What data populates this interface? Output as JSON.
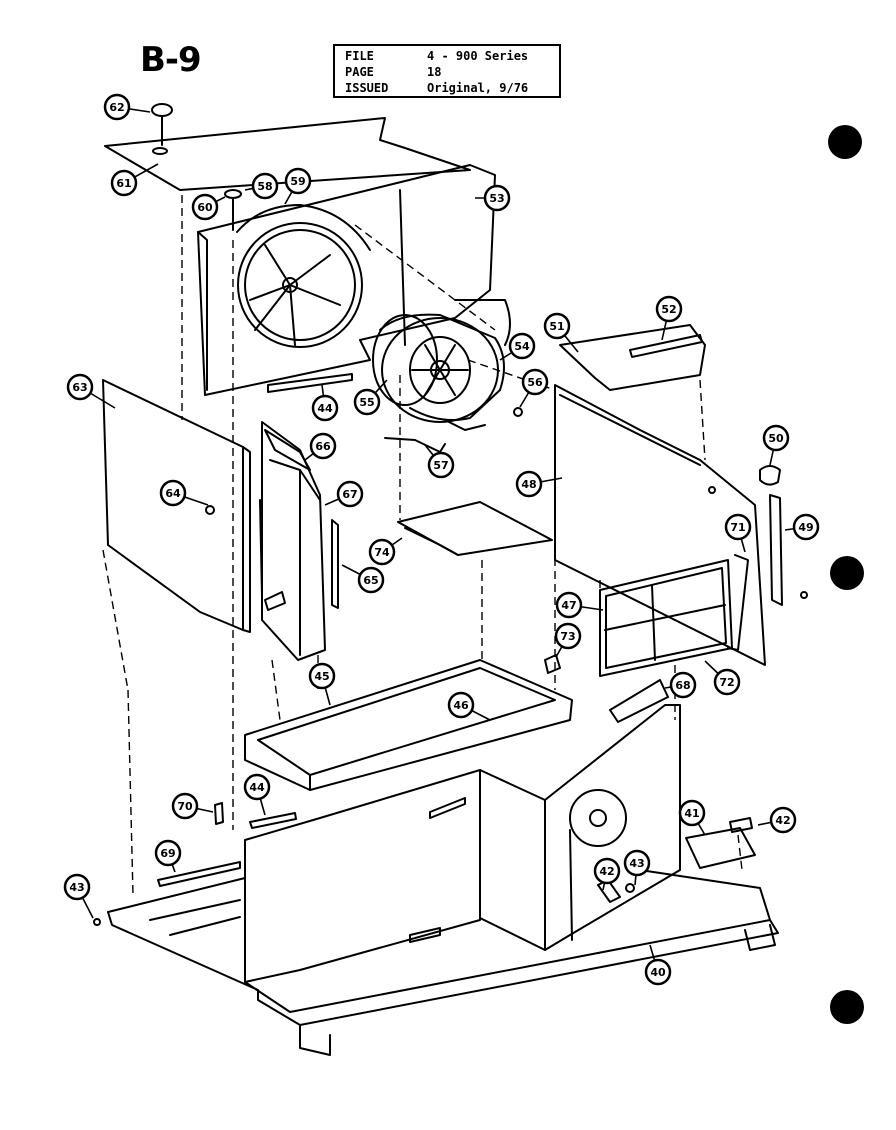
{
  "sheet_id": "B-9",
  "info": {
    "file_label": "FILE",
    "file_value": "4 - 900 Series",
    "page_label": "PAGE",
    "page_value": "18",
    "issued_label": "ISSUED",
    "issued_value": "Original, 9/76"
  },
  "callouts": [
    "62",
    "61",
    "60",
    "58",
    "59",
    "53",
    "52",
    "51",
    "54",
    "56",
    "55",
    "44",
    "57",
    "63",
    "66",
    "67",
    "64",
    "65",
    "74",
    "48",
    "50",
    "49",
    "71",
    "47",
    "73",
    "72",
    "45",
    "46",
    "68",
    "70",
    "44",
    "69",
    "43",
    "41",
    "42",
    "42",
    "43",
    "40"
  ]
}
